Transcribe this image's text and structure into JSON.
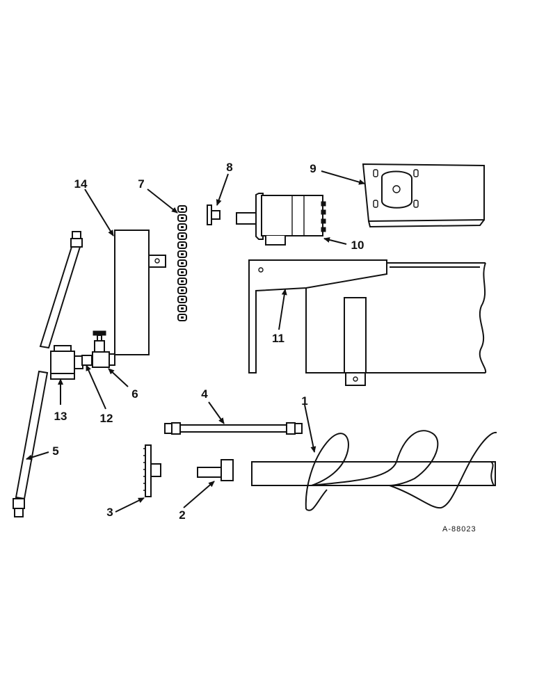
{
  "diagram": {
    "reference_code": "A-88023",
    "callouts": [
      {
        "id": "c1",
        "label": "1"
      },
      {
        "id": "c2",
        "label": "2"
      },
      {
        "id": "c3",
        "label": "3"
      },
      {
        "id": "c4",
        "label": "4"
      },
      {
        "id": "c5",
        "label": "5"
      },
      {
        "id": "c6",
        "label": "6"
      },
      {
        "id": "c7",
        "label": "7"
      },
      {
        "id": "c8",
        "label": "8"
      },
      {
        "id": "c9",
        "label": "9"
      },
      {
        "id": "c10",
        "label": "10"
      },
      {
        "id": "c11",
        "label": "11"
      },
      {
        "id": "c12",
        "label": "12"
      },
      {
        "id": "c13",
        "label": "13"
      },
      {
        "id": "c14",
        "label": "14"
      }
    ]
  }
}
